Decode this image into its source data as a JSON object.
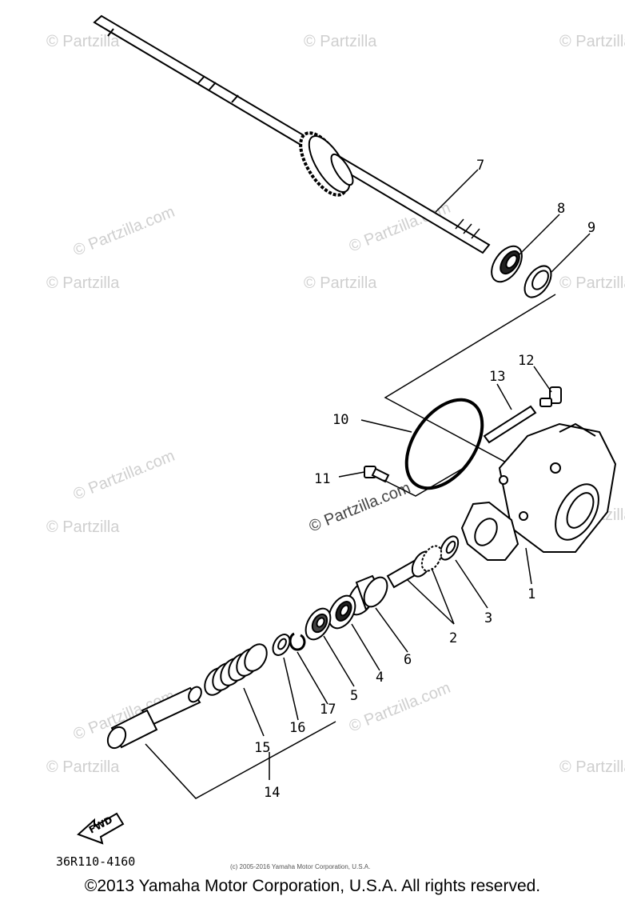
{
  "watermarks": [
    "© Partzilla",
    "© Partzilla",
    "© Partzilla",
    "© Partzilla.com",
    "© Partzilla",
    "© Partzilla",
    "© Partzilla.com",
    "© Partzilla",
    "© Partzilla.com",
    "© Partzilla.com",
    "© Partzilla",
    "© Partzilla",
    "© Partzilla.com",
    "© Partzilla",
    "© Partzilla.com",
    "© Partzilla"
  ],
  "callouts": {
    "c1": "1",
    "c2": "2",
    "c3": "3",
    "c4": "4",
    "c5": "5",
    "c6": "6",
    "c7": "7",
    "c8": "8",
    "c9": "9",
    "c10": "10",
    "c11": "11",
    "c12": "12",
    "c13": "13",
    "c14": "14",
    "c15": "15",
    "c16": "16",
    "c17": "17"
  },
  "fwd_label": "FWD",
  "diagram_code": "36R110-4160",
  "small_copyright": "(c) 2005-2016 Yamaha Motor Corporation, U.S.A.",
  "copyright": "©2013 Yamaha Motor Corporation, U.S.A. All rights reserved."
}
